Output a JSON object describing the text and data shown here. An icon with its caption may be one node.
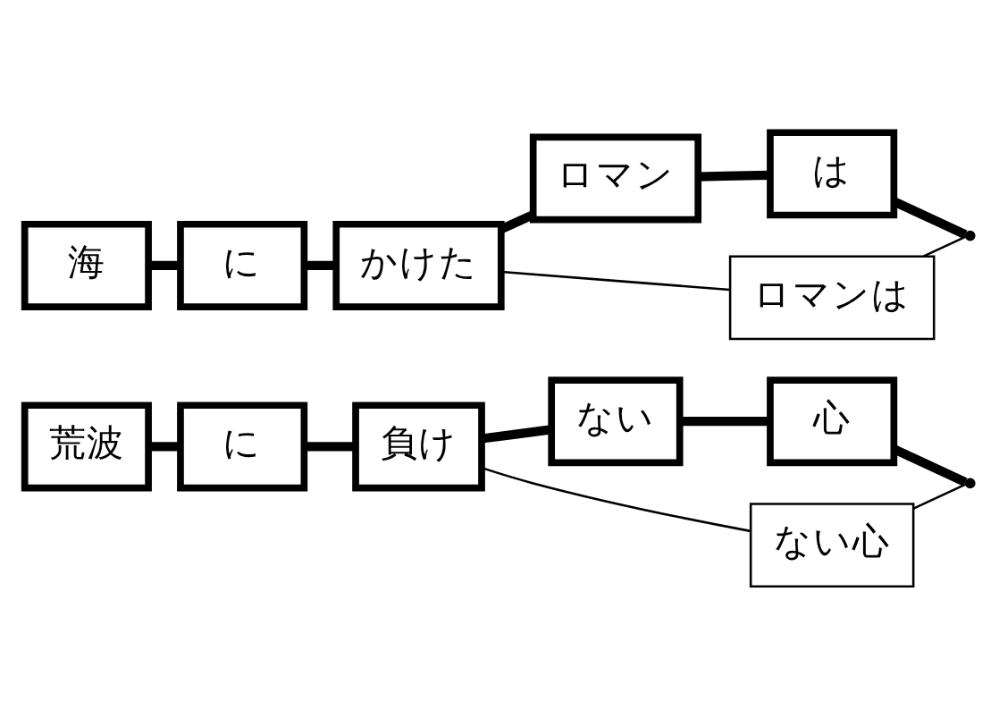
{
  "diagram": {
    "nodes": [
      {
        "text": [
          "海"
        ]
      },
      {
        "text": [
          "に"
        ]
      },
      {
        "text": [
          "かけた"
        ]
      },
      {
        "text": [
          "ロマンは"
        ]
      },
      {
        "text": [
          "ロマン"
        ]
      },
      {
        "text": [
          "は"
        ]
      },
      {
        "text": [],
        "shape": "point"
      },
      {
        "text": [
          "荒波"
        ]
      },
      {
        "text": [
          "に"
        ]
      },
      {
        "text": [
          "負け"
        ]
      },
      {
        "text": [
          "ない心"
        ]
      },
      {
        "text": [
          "ない"
        ]
      },
      {
        "text": [
          "心"
        ]
      },
      {
        "text": [],
        "shape": "point"
      }
    ],
    "edges": [
      {
        "from": 0,
        "to": 1,
        "arrow": "none"
      },
      {
        "from": 1,
        "to": 2,
        "arrow": "none"
      },
      {
        "from": 2,
        "to": 3,
        "arrow": "none"
      },
      {
        "from": 2,
        "to": 4,
        "arrow": "none"
      },
      {
        "from": 4,
        "to": 5,
        "arrow": "none"
      },
      {
        "from": 3,
        "to": 6,
        "arrow": "none"
      },
      {
        "from": 5,
        "to": 6,
        "arrow": "none"
      },
      {
        "from": 7,
        "to": 8,
        "arrow": "none"
      },
      {
        "from": 8,
        "to": 9,
        "arrow": "none"
      },
      {
        "from": 9,
        "to": 10,
        "arrow": "none"
      },
      {
        "from": 9,
        "to": 11,
        "arrow": "none"
      },
      {
        "from": 11,
        "to": 12,
        "arrow": "none"
      },
      {
        "from": 10,
        "to": 13,
        "arrow": "none"
      },
      {
        "from": 12,
        "to": 13,
        "arrow": "none"
      }
    ]
  }
}
